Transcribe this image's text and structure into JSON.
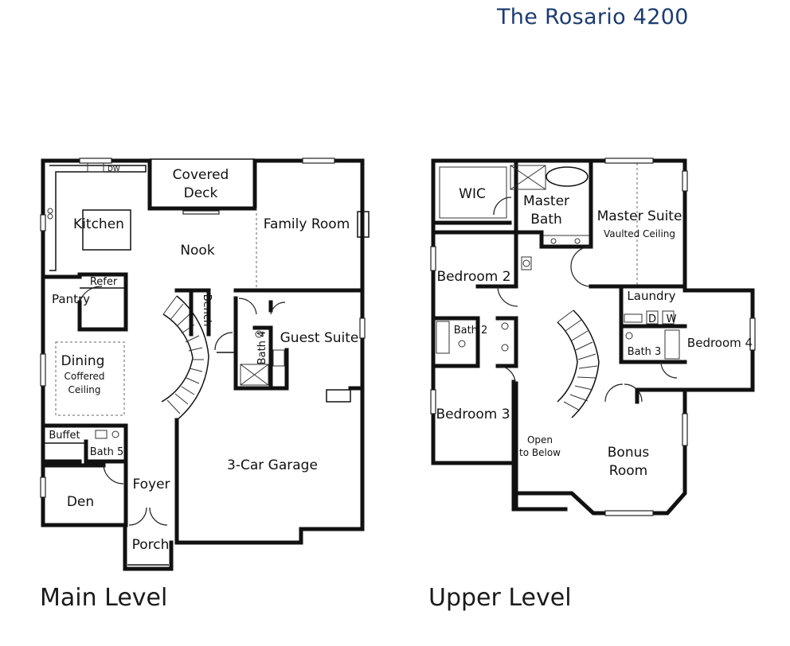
{
  "title": "The Rosario 4200",
  "main_level": {
    "label": "Main Level",
    "rooms": {
      "covered_deck": [
        "Covered",
        "Deck"
      ],
      "kitchen": "Kitchen",
      "family_room": "Family Room",
      "nook": "Nook",
      "refer": "Refer",
      "pantry": "Pantry",
      "bench": "Bench",
      "bath4": "Bath 4",
      "guest_suite": "Guest Suite",
      "dining": [
        "Dining",
        "Coffered",
        "Ceiling"
      ],
      "buffet": "Buffet",
      "bath5": "Bath 5",
      "foyer": "Foyer",
      "den": "Den",
      "porch": "Porch",
      "garage": "3-Car Garage",
      "dw": "DW"
    }
  },
  "upper_level": {
    "label": "Upper Level",
    "rooms": {
      "wic": "WIC",
      "master_bath": [
        "Master",
        "Bath"
      ],
      "master_suite": [
        "Master Suite",
        "Vaulted Ceiling"
      ],
      "bedroom2": "Bedroom 2",
      "laundry": "Laundry",
      "d": "D",
      "w": "W",
      "bath2": "Bath 2",
      "bath3": "Bath 3",
      "bedroom4": "Bedroom 4",
      "bedroom3": "Bedroom 3",
      "open_to_below": [
        "Open",
        "to Below"
      ],
      "bonus_room": [
        "Bonus",
        "Room"
      ]
    }
  }
}
